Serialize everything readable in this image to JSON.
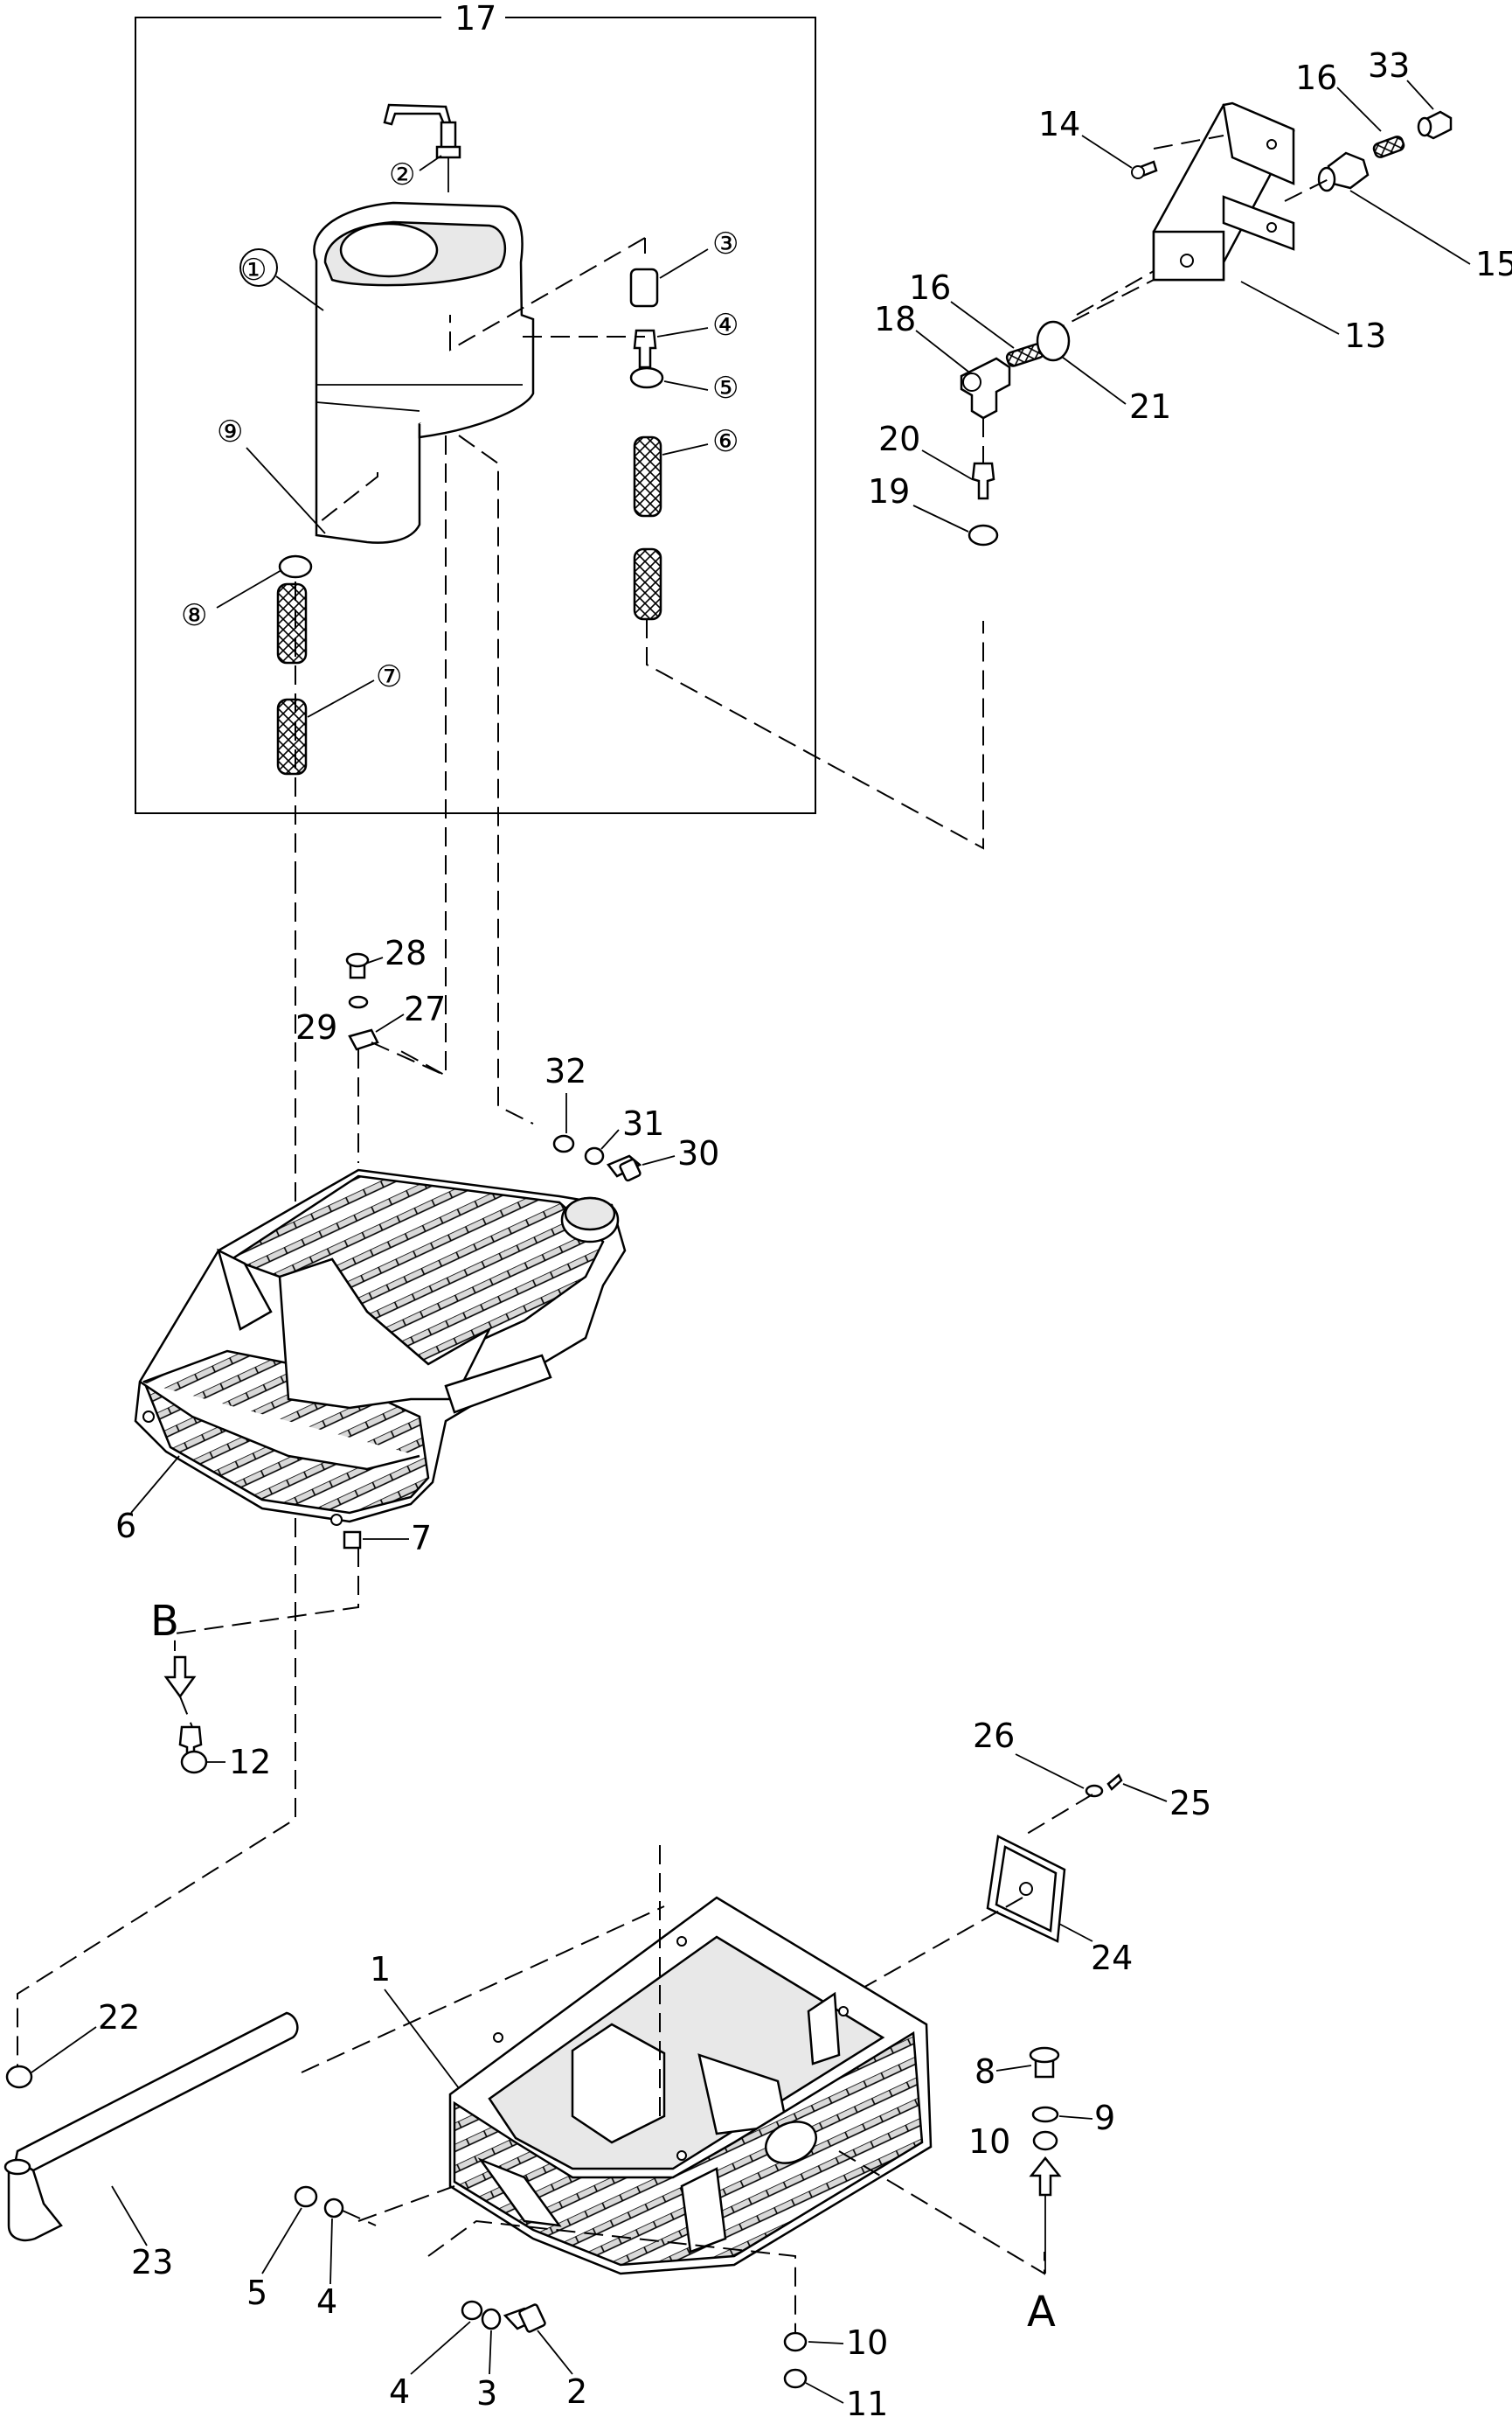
{
  "assembly_label": "17",
  "view_labels": {
    "a": "A",
    "b": "B"
  },
  "callouts": {
    "upper_basin": "①",
    "upper_tap": "②",
    "upper_3": "③",
    "upper_4": "④",
    "upper_5": "⑤",
    "upper_6": "⑥",
    "upper_7": "⑦",
    "upper_8": "⑧",
    "upper_9": "⑨",
    "bracket_13": "13",
    "screw_14": "14",
    "fitting_15": "15",
    "hose_16_top": "16",
    "hose_16_mid": "16",
    "cap_33": "33",
    "valve_18": "18",
    "nipple_20": "20",
    "clamp_19": "19",
    "washer_21": "21",
    "bolt_28": "28",
    "washer_29": "29",
    "clip_27": "27",
    "washer_32": "32",
    "washer_31": "31",
    "bolt_30": "30",
    "floor_6": "6",
    "nut_7": "7",
    "plug_12": "12",
    "washer_26": "26",
    "screw_25": "25",
    "plate_24": "24",
    "frame_1": "1",
    "clamp_22": "22",
    "pipe_23": "23",
    "bolt_8": "8",
    "washer_9": "9",
    "washer_10_right": "10",
    "washer_5": "5",
    "washer_4_left": "4",
    "washer_4_bottom": "4",
    "washer_3": "3",
    "bolt_2": "2",
    "nut_10_bottom": "10",
    "nut_11": "11"
  }
}
